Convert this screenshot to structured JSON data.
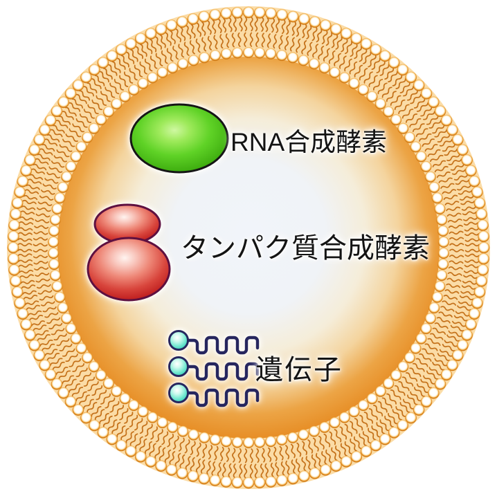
{
  "figure": {
    "title": "artificial-cell-vesicle-diagram",
    "labels": {
      "rna_enzyme": "RNA合成酵素",
      "protein_enzyme": "タンパク質合成酵素",
      "gene": "遺伝子"
    },
    "colors": {
      "background": "#FFFFFF",
      "membrane_band": "#FBDCA6",
      "lipid_head_rim": "#C8771A",
      "lipid_tail": "#C4711A",
      "interior_center": "#F1F4FA",
      "interior_edge": "#E78E26",
      "enzyme_green_fill": "#4CC52A",
      "enzyme_green_outline": "#161616",
      "ribosome_red_fill": "#C62B2B",
      "ribosome_red_outline": "#5E1040",
      "gene_circle_fill": "#58E0C8",
      "gene_outline": "#26265E",
      "label_text": "#141414"
    },
    "membrane": {
      "type": "lipid-bilayer",
      "outer_lipid_count": 132,
      "inner_lipid_count": 110
    },
    "gene_strand_count": 3
  }
}
